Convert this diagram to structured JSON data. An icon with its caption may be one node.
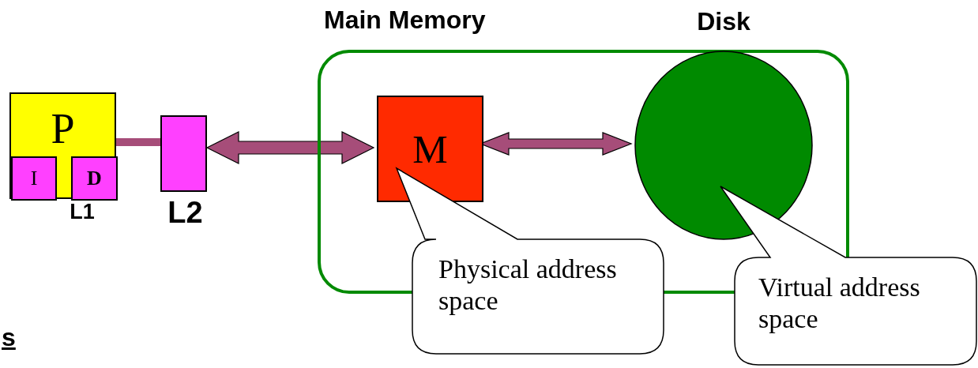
{
  "diagram": {
    "nodes": [
      {
        "text": [],
        "shape": "box"
      },
      {
        "text": [
          "P",
          "L1"
        ]
      },
      {
        "text": [
          "I"
        ],
        "in": 1
      },
      {
        "text": [
          "D"
        ],
        "in": 1
      },
      {
        "text": [
          "L2"
        ]
      },
      {
        "text": [
          "M"
        ],
        "in": 0
      },
      {
        "text": [],
        "shape": "circle",
        "in": 0,
        "beside": [
          "Disk"
        ]
      },
      {
        "text": [
          "Physical address space"
        ]
      },
      {
        "text": [
          "Virtual address space"
        ]
      }
    ],
    "edges": [
      {
        "from": 1,
        "to": 4,
        "arrow": "none"
      },
      {
        "from": 4,
        "to": 5,
        "arrow": "both"
      },
      {
        "from": 5,
        "to": 6,
        "arrow": "both"
      }
    ],
    "labels": [
      "Main Memory",
      "s"
    ]
  }
}
